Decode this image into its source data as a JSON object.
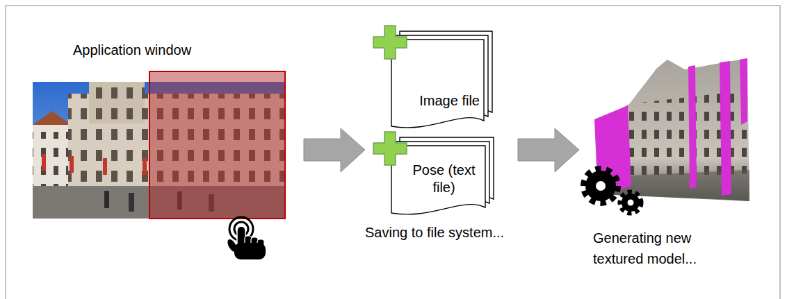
{
  "diagram": {
    "nodes": [
      {
        "text": [
          "Image file"
        ]
      },
      {
        "text": [
          "Pose (text file)"
        ]
      }
    ],
    "labels": [
      "Application window",
      "Saving to file system...",
      "Generating new textured model..."
    ]
  }
}
